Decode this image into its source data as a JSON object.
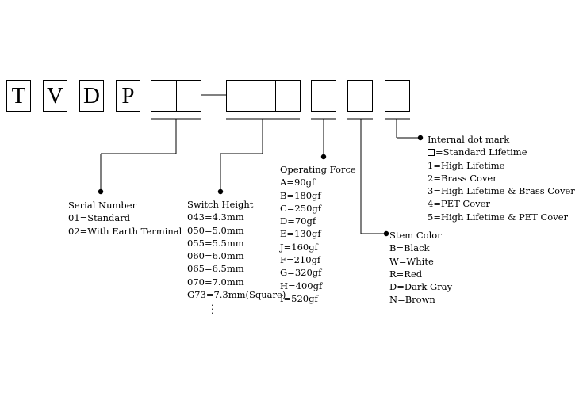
{
  "prefix": [
    "T",
    "V",
    "D",
    "P"
  ],
  "serial": {
    "title": "Serial Number",
    "items": [
      "01=Standard",
      "02=With Earth Terminal"
    ]
  },
  "height": {
    "title": "Switch Height",
    "items": [
      "043=4.3mm",
      "050=5.0mm",
      "055=5.5mm",
      "060=6.0mm",
      "065=6.5mm",
      "070=7.0mm",
      "G73=7.3mm(Square)"
    ],
    "more": "· · ·"
  },
  "force": {
    "title": "Operating Force",
    "items": [
      "A=90gf",
      "B=180gf",
      "C=250gf",
      "D=70gf",
      "E=130gf",
      "J=160gf",
      "F=210gf",
      "G=320gf",
      "H=400gf",
      "I=520gf"
    ]
  },
  "stem": {
    "title": "Stem Color",
    "items": [
      "B=Black",
      "W=White",
      "R=Red",
      "D=Dark Gray",
      "N=Brown"
    ]
  },
  "dot": {
    "title": "Internal dot mark",
    "standard_icon": "empty-box-icon",
    "standard_text": "=Standard Lifetime",
    "items": [
      "1=High Lifetime",
      "2=Brass Cover",
      "3=High Lifetime & Brass Cover",
      "4=PET Cover",
      "5=High Lifetime & PET Cover"
    ]
  }
}
